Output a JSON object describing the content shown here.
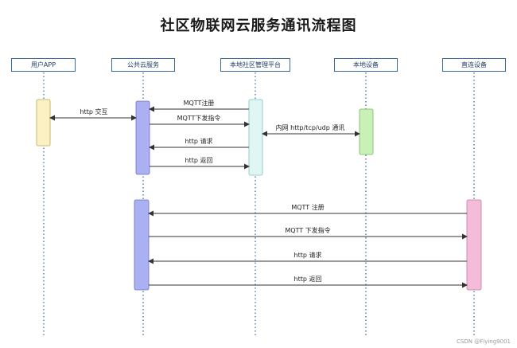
{
  "title": "社区物联网云服务通讯流程图",
  "participants": [
    {
      "id": "app",
      "label": "用户APP"
    },
    {
      "id": "cloud",
      "label": "公共云服务"
    },
    {
      "id": "platform",
      "label": "本地社区管理平台"
    },
    {
      "id": "device",
      "label": "本地设备"
    },
    {
      "id": "direct",
      "label": "直连设备"
    }
  ],
  "messages": [
    {
      "label": "MQTT注册",
      "from": "platform",
      "to": "cloud"
    },
    {
      "label": "MQTT下发指令",
      "from": "cloud",
      "to": "platform"
    },
    {
      "label": "http 请求",
      "from": "platform",
      "to": "cloud"
    },
    {
      "label": "http 返回",
      "from": "cloud",
      "to": "platform"
    },
    {
      "label": "http 交互",
      "from": "app",
      "to": "cloud",
      "bidirectional": true
    },
    {
      "label": "内网 http/tcp/udp 通讯",
      "from": "platform",
      "to": "device",
      "bidirectional": true
    },
    {
      "label": "MQTT 注册",
      "from": "direct",
      "to": "cloud"
    },
    {
      "label": "MQTT 下发指令",
      "from": "cloud",
      "to": "direct"
    },
    {
      "label": "http 请求",
      "from": "direct",
      "to": "cloud"
    },
    {
      "label": "http 返回",
      "from": "cloud",
      "to": "direct"
    }
  ],
  "colors": {
    "app": "#fbf1c2",
    "cloud": "#aab0f2",
    "platform": "#dff6f5",
    "device": "#c9f0b6",
    "direct": "#f5bcd9",
    "lifeline": "#2f5f9e",
    "arrow": "#333333"
  },
  "watermark": "CSDN @Flying9001"
}
